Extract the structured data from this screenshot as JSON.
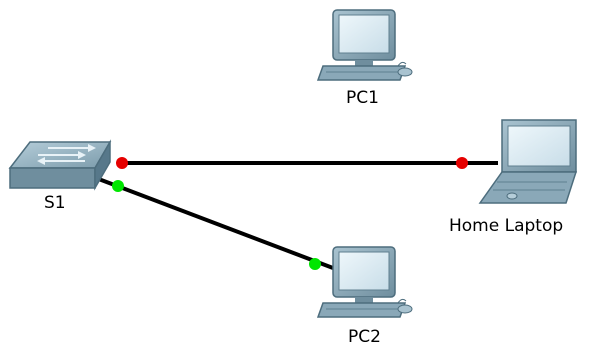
{
  "devices": {
    "pc1": {
      "label": "PC1",
      "icon": "desktop-pc-icon"
    },
    "pc2": {
      "label": "PC2",
      "icon": "desktop-pc-icon"
    },
    "s1": {
      "label": "S1",
      "icon": "switch-icon"
    },
    "laptop": {
      "label": "Home Laptop",
      "icon": "laptop-icon"
    }
  },
  "links": [
    {
      "from": "S1",
      "to": "Home Laptop",
      "status": "down",
      "port_color": "#e60000"
    },
    {
      "from": "S1",
      "to": "PC2",
      "status": "up",
      "port_color": "#00e600"
    }
  ],
  "colors": {
    "device_body": "#8aa8b8",
    "device_screen": "#dfeef5",
    "device_dark": "#4d6d7d",
    "cable": "#000000",
    "link_down": "#e60000",
    "link_up": "#00e600"
  }
}
